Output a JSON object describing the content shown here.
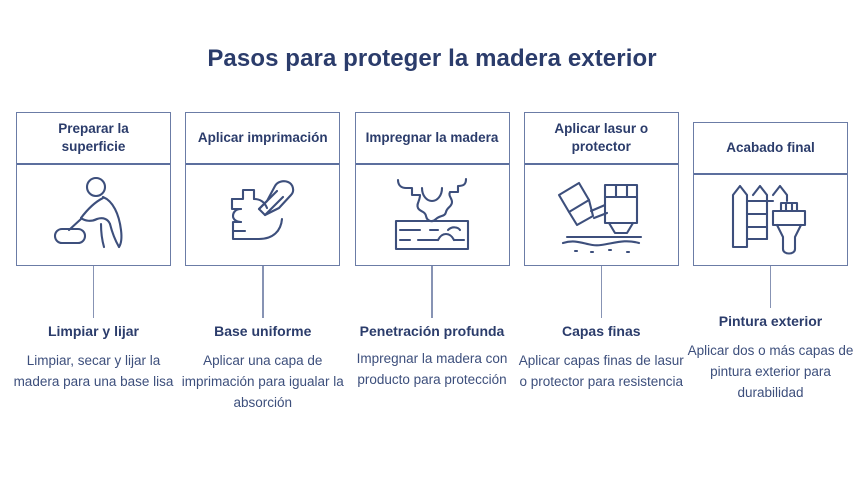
{
  "title": "Pasos para proteger la madera exterior",
  "theme": {
    "title_color": "#2b3c6b",
    "card_border": "#6b7ca6",
    "divider": "#5c6f9e",
    "connector": "#8793b4",
    "body_text": "#3d4f7c",
    "background": "#ffffff"
  },
  "steps": [
    {
      "card_title": "Preparar la superficie",
      "icon": "person-sanding-icon",
      "caption_title": "Limpiar y lijar",
      "caption_desc": "Limpiar, secar y lijar la madera para una base lisa"
    },
    {
      "card_title": "Aplicar imprimación",
      "icon": "hand-with-brush-icon",
      "caption_title": "Base uniforme",
      "caption_desc": "Aplicar una capa de imprimación para igualar la absorción"
    },
    {
      "card_title": "Impregnar la madera",
      "icon": "liquid-soaking-plank-icon",
      "caption_title": "Penetración profunda",
      "caption_desc": "Impregnar la madera con producto para protección"
    },
    {
      "card_title": "Aplicar lasur o protector",
      "icon": "spray-gun-icon",
      "caption_title": "Capas finas",
      "caption_desc": "Aplicar capas finas de lasur o protector para resistencia"
    },
    {
      "card_title": "Acabado final",
      "icon": "fence-and-paintbrush-icon",
      "caption_title": "Pintura exterior",
      "caption_desc": "Aplicar dos o más capas de pintura exterior para durabilidad"
    }
  ]
}
